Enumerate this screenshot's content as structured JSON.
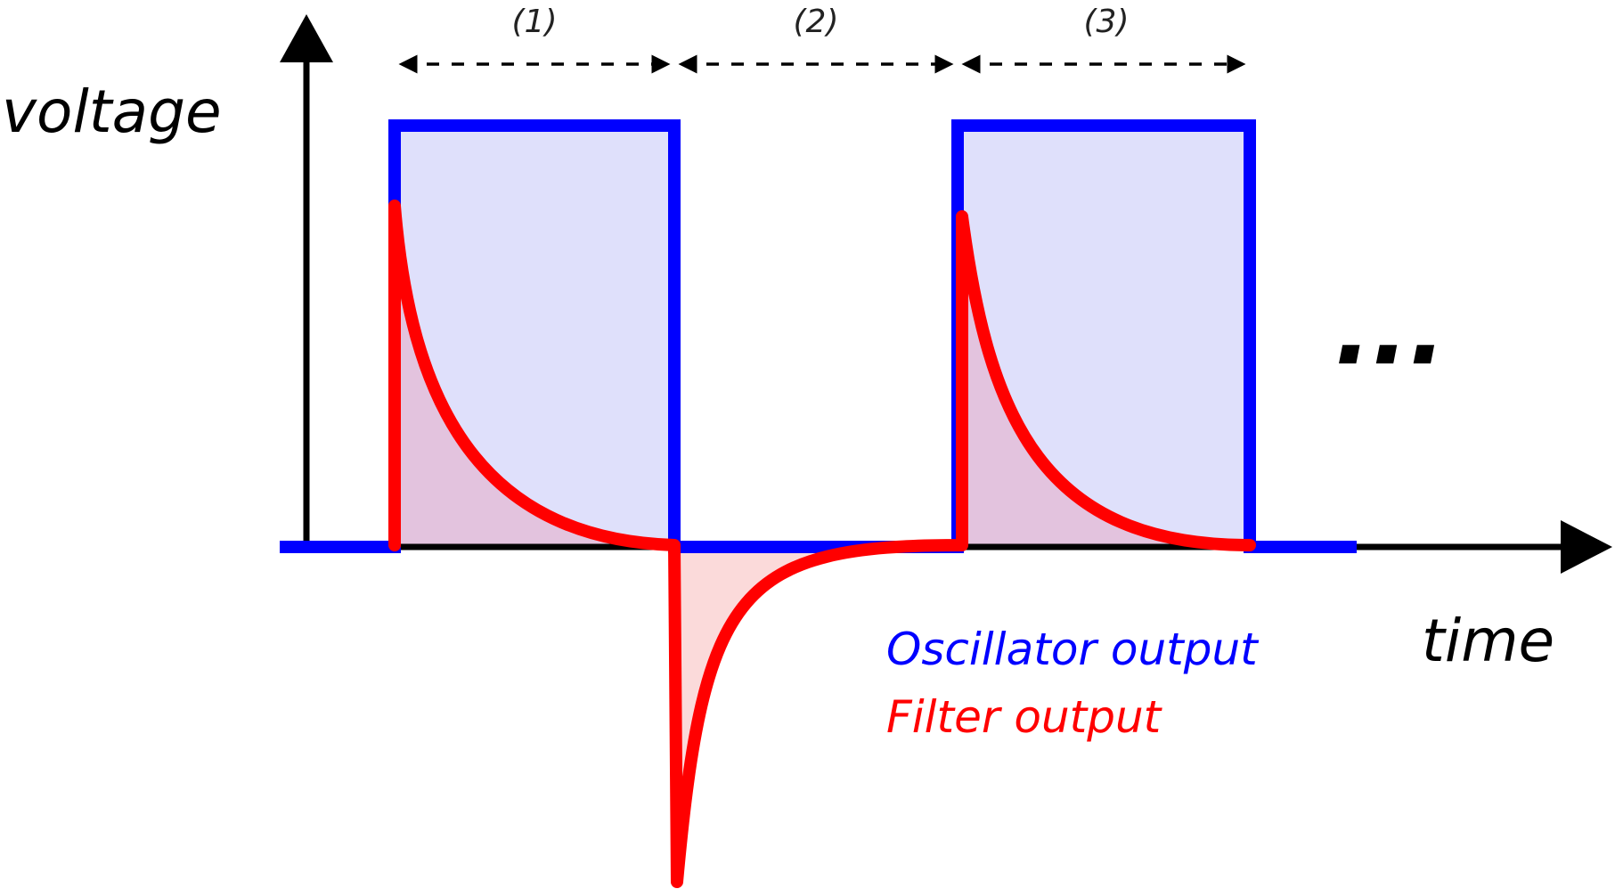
{
  "axes": {
    "y_label": "voltage",
    "x_label": "time"
  },
  "segments": [
    {
      "label": "(1)"
    },
    {
      "label": "(2)"
    },
    {
      "label": "(3)"
    }
  ],
  "continuation": "...",
  "legend": [
    {
      "label": "Oscillator output",
      "color": "#0000ff"
    },
    {
      "label": "Filter output",
      "color": "#ff0000"
    }
  ],
  "colors": {
    "axis": "#000000",
    "oscillator": "#0000ff",
    "oscillator_fill": "#dfe0fb",
    "filter": "#ff0000",
    "filter_fill_positive": "#e3c3de",
    "filter_fill_negative": "#fbdada",
    "dimension_arrows": "#000000"
  }
}
